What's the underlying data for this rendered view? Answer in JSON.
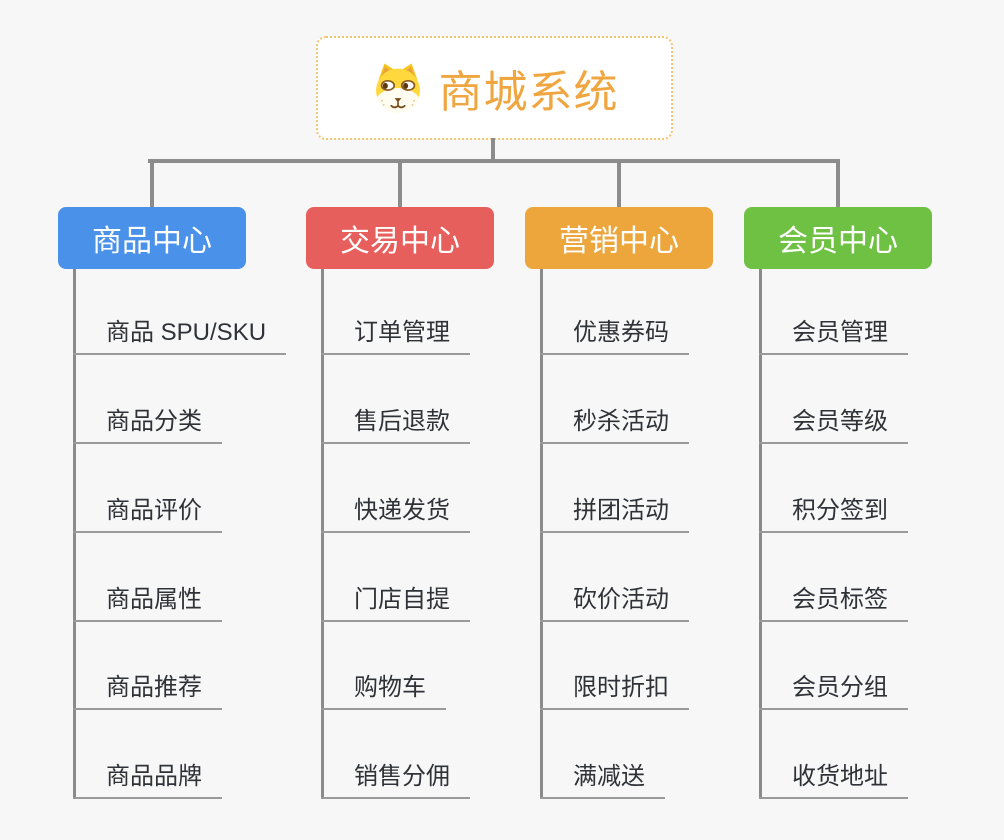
{
  "root": {
    "title": "商城系统",
    "icon": "doge-icon"
  },
  "branches": [
    {
      "id": "product-center",
      "label": "商品中心",
      "color": "#4A91E9",
      "children": [
        "商品 SPU/SKU",
        "商品分类",
        "商品评价",
        "商品属性",
        "商品推荐",
        "商品品牌"
      ]
    },
    {
      "id": "trade-center",
      "label": "交易中心",
      "color": "#E75F5C",
      "children": [
        "订单管理",
        "售后退款",
        "快递发货",
        "门店自提",
        "购物车",
        "销售分佣"
      ]
    },
    {
      "id": "marketing-center",
      "label": "营销中心",
      "color": "#ECA63C",
      "children": [
        "优惠券码",
        "秒杀活动",
        "拼团活动",
        "砍价活动",
        "限时折扣",
        "满减送"
      ]
    },
    {
      "id": "member-center",
      "label": "会员中心",
      "color": "#6FC143",
      "children": [
        "会员管理",
        "会员等级",
        "积分签到",
        "会员标签",
        "会员分组",
        "收货地址"
      ]
    }
  ],
  "colors": {
    "background": "#F7F7F7",
    "connector_line": "#8C8C8C",
    "leaf_underline": "#9A9A9A",
    "root_text": "#F0A640",
    "root_border": "#F2C46F",
    "leaf_text": "#2F3237"
  }
}
